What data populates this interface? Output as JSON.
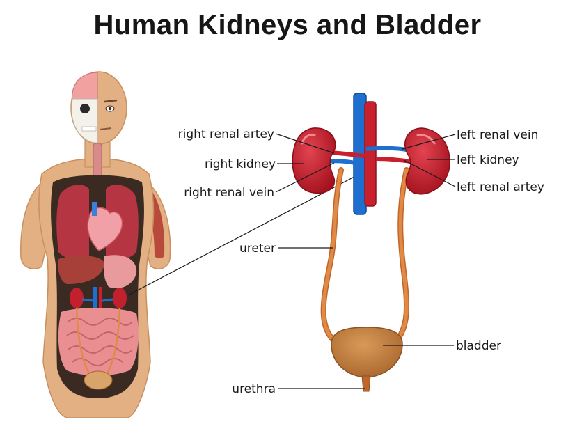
{
  "title": "Human Kidneys and Bladder",
  "labels": {
    "right_renal_artey": "right renal artey",
    "right_kidney": "right kidney",
    "right_renal_vein": "right renal vein",
    "left_renal_vein": "left renal vein",
    "left_kidney": "left kidney",
    "left_renal_artey": "left renal artey",
    "ureter": "ureter",
    "bladder": "bladder",
    "urethra": "urethra"
  },
  "colors": {
    "skin": "#e2b083",
    "skin_shadow": "#c98f5f",
    "body_cavity": "#3a2a22",
    "lung": "#b53642",
    "kidney": "#c3202e",
    "kidney_light": "#e0505c",
    "vein_blue": "#1f6fd1",
    "artery_red": "#c8202c",
    "ureter": "#e08a45",
    "bladder": "#c9823f",
    "intestine": "#e98f92",
    "liver": "#a8403a",
    "muscle": "#b8493b",
    "brain": "#f0a1a0",
    "skull": "#f3f1ea"
  }
}
